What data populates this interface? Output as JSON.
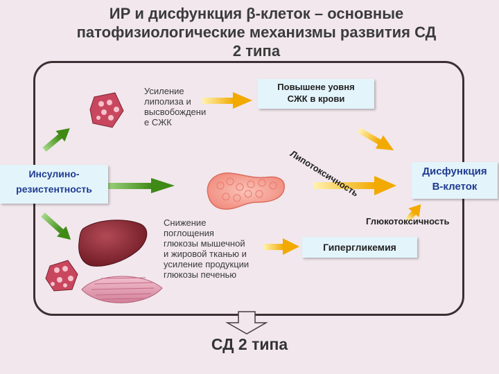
{
  "title": {
    "line1": "ИР и дисфункция β-клеток – основные",
    "line2": "патофизиологические механизмы развития СД",
    "line3": "2 типа"
  },
  "boxes": {
    "insulin_resistance": [
      "Инсулино-",
      "резистентность"
    ],
    "ffa_increase": [
      "Повышене уовня",
      "СЖК в крови"
    ],
    "beta_dysfunction": [
      "Дисфункция",
      "В-клеток"
    ],
    "hyperglycemia": "Гипергликемия"
  },
  "texts": {
    "lipolysis": [
      "Усиление",
      "липолиза и",
      "высвобождени",
      "е СЖК"
    ],
    "glucose_uptake": [
      "Снижение",
      "поглощения",
      "глюкозы мышечной",
      "и жировой тканью и",
      "усиление продукции",
      "глюкозы печенью"
    ],
    "lipotoxicity": "Липотоксичность",
    "glucotoxicity": "Глюкотоксичность"
  },
  "result": "СД 2 типа",
  "colors": {
    "box_bg": "#e3f4fb",
    "box_text": "#1f3b90",
    "arrow_green": "#4f9a22",
    "arrow_yellow": "#f2b619",
    "frame": "#3d2e32"
  }
}
